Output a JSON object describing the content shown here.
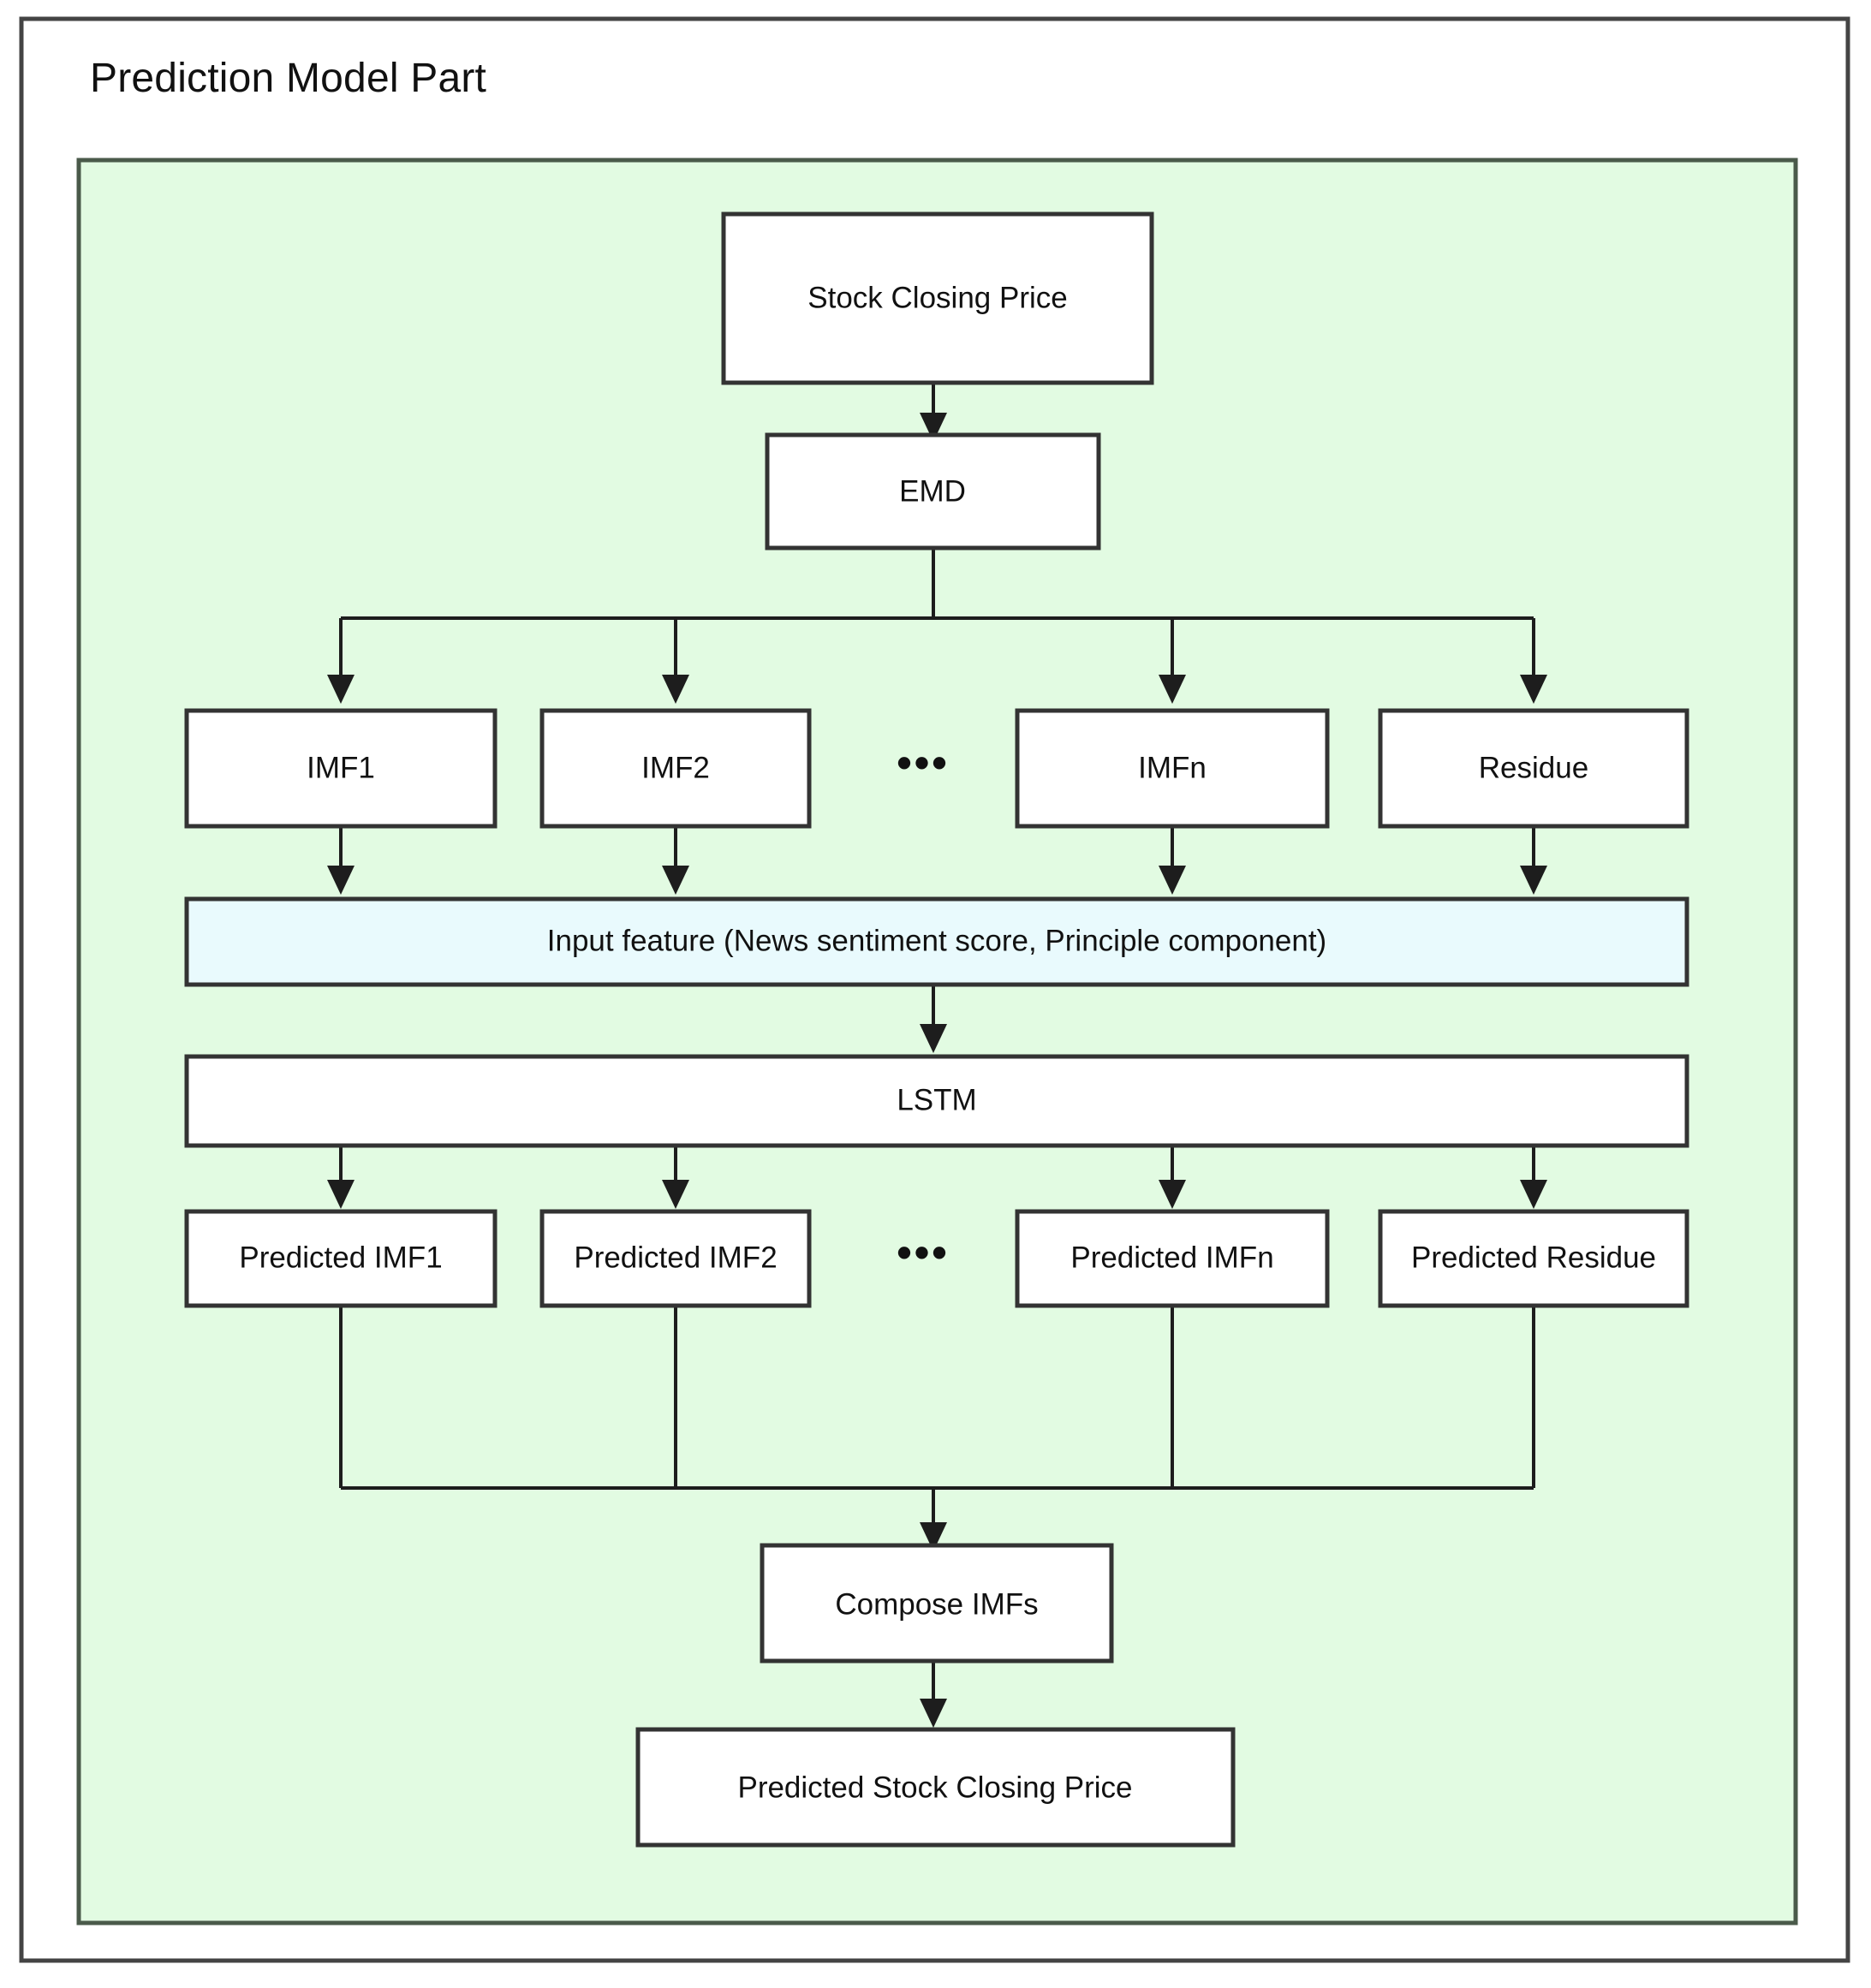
{
  "figure": {
    "title": "Prediction Model Part",
    "panel_color": "#e2fbe2",
    "accent_color": "#e9fafd",
    "box_color": "#ffffff",
    "stroke_color": "#333333"
  },
  "nodes": {
    "source": {
      "label": "Stock Closing Price"
    },
    "decomposer": {
      "label": "EMD"
    },
    "imf1": {
      "label": "IMF1"
    },
    "imf2": {
      "label": "IMF2"
    },
    "imf_ellipsis": {
      "label": "•••"
    },
    "imfn": {
      "label": "IMFn"
    },
    "residue": {
      "label": "Residue"
    },
    "input_feature": {
      "label": "Input feature (News sentiment score, Principle component)"
    },
    "model": {
      "label": "LSTM"
    },
    "pred_imf1": {
      "label": "Predicted IMF1"
    },
    "pred_imf2": {
      "label": "Predicted IMF2"
    },
    "pred_ellipsis": {
      "label": "•••"
    },
    "pred_imfn": {
      "label": "Predicted IMFn"
    },
    "pred_residue": {
      "label": "Predicted Residue"
    },
    "compose": {
      "label": "Compose IMFs"
    },
    "output": {
      "label": "Predicted Stock Closing Price"
    }
  },
  "flow": {
    "edges": [
      {
        "from": "source",
        "to": "decomposer"
      },
      {
        "from": "decomposer",
        "to": "imf1"
      },
      {
        "from": "decomposer",
        "to": "imf2"
      },
      {
        "from": "decomposer",
        "to": "imfn"
      },
      {
        "from": "decomposer",
        "to": "residue"
      },
      {
        "from": "imf1",
        "to": "input_feature"
      },
      {
        "from": "imf2",
        "to": "input_feature"
      },
      {
        "from": "imfn",
        "to": "input_feature"
      },
      {
        "from": "residue",
        "to": "input_feature"
      },
      {
        "from": "input_feature",
        "to": "model"
      },
      {
        "from": "model",
        "to": "pred_imf1"
      },
      {
        "from": "model",
        "to": "pred_imf2"
      },
      {
        "from": "model",
        "to": "pred_imfn"
      },
      {
        "from": "model",
        "to": "pred_residue"
      },
      {
        "from": "pred_imf1",
        "to": "compose"
      },
      {
        "from": "pred_imf2",
        "to": "compose"
      },
      {
        "from": "pred_imfn",
        "to": "compose"
      },
      {
        "from": "pred_residue",
        "to": "compose"
      },
      {
        "from": "compose",
        "to": "output"
      }
    ]
  }
}
